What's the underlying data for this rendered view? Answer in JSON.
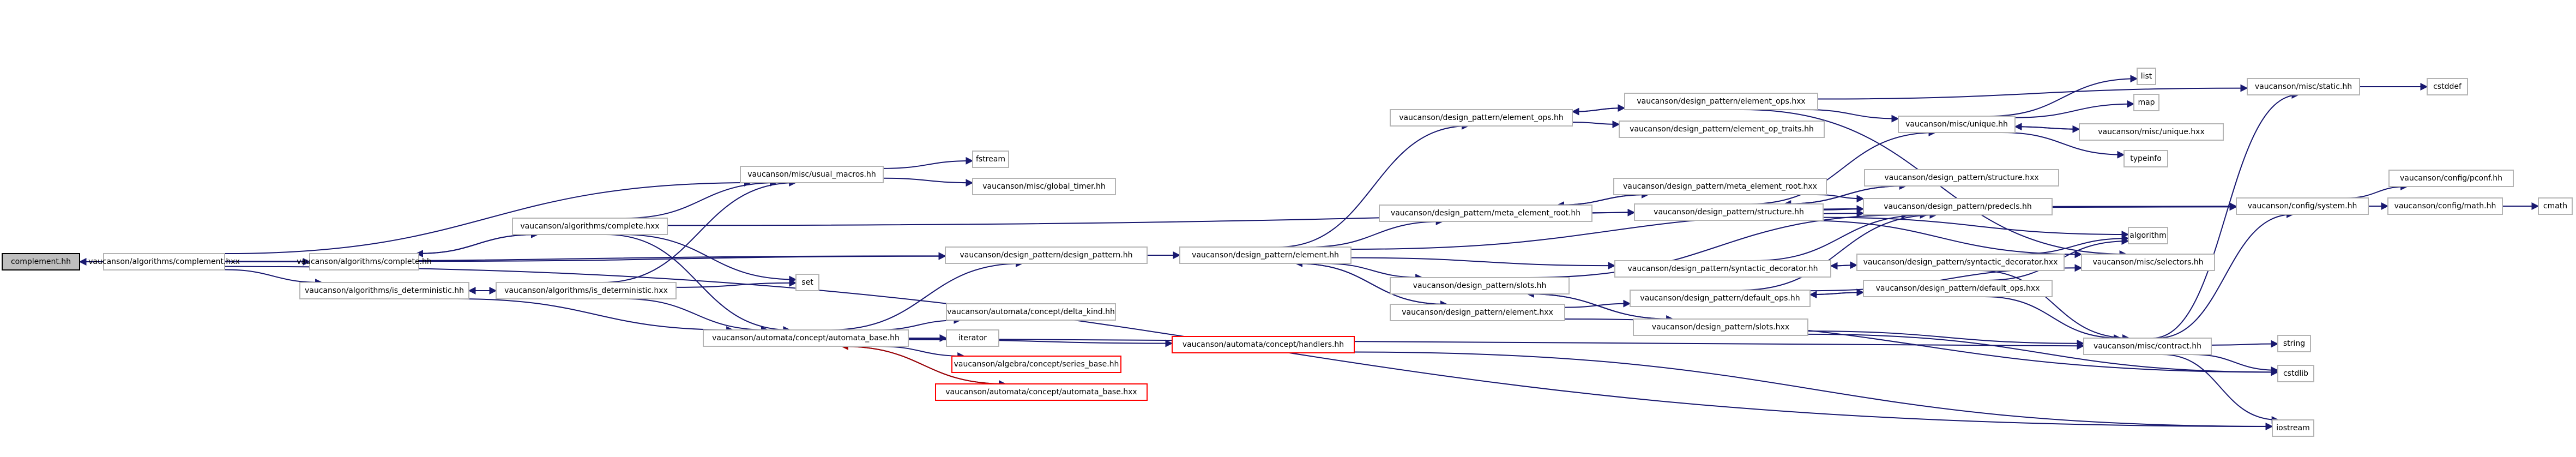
{
  "diagram": {
    "nodes": [
      {
        "id": "n0",
        "label": "complement.hh",
        "root": true
      },
      {
        "id": "n1",
        "label": "vaucanson/algorithms/complement.hxx"
      },
      {
        "id": "n2",
        "label": "vaucanson/algorithms/complete.hh"
      },
      {
        "id": "n3",
        "label": "vaucanson/algorithms/is_deterministic.hh"
      },
      {
        "id": "n4",
        "label": "vaucanson/algorithms/complete.hxx"
      },
      {
        "id": "n5",
        "label": "vaucanson/algorithms/is_deterministic.hxx"
      },
      {
        "id": "n6",
        "label": "vaucanson/misc/usual_macros.hh"
      },
      {
        "id": "n7",
        "label": "fstream"
      },
      {
        "id": "n8",
        "label": "vaucanson/misc/global_timer.hh"
      },
      {
        "id": "n9",
        "label": "set"
      },
      {
        "id": "n10",
        "label": "vaucanson/automata/concept/automata_base.hh"
      },
      {
        "id": "n11",
        "label": "vaucanson/automata/concept/delta_kind.hh"
      },
      {
        "id": "n12",
        "label": "iterator"
      },
      {
        "id": "n13",
        "label": "vaucanson/algebra/concept/series_base.hh",
        "red": true
      },
      {
        "id": "n14",
        "label": "vaucanson/automata/concept/automata_base.hxx",
        "red": true
      },
      {
        "id": "n15",
        "label": "vaucanson/automata/concept/handlers.hh",
        "red": true
      },
      {
        "id": "n16",
        "label": "vaucanson/design_pattern/design_pattern.hh"
      },
      {
        "id": "n17",
        "label": "vaucanson/design_pattern/element.hh"
      },
      {
        "id": "n18",
        "label": "vaucanson/design_pattern/element_ops.hh"
      },
      {
        "id": "n19",
        "label": "vaucanson/design_pattern/element_ops.hxx"
      },
      {
        "id": "n20",
        "label": "vaucanson/design_pattern/element_op_traits.hh"
      },
      {
        "id": "n21",
        "label": "vaucanson/design_pattern/meta_element_root.hh"
      },
      {
        "id": "n22",
        "label": "vaucanson/design_pattern/meta_element_root.hxx"
      },
      {
        "id": "n23",
        "label": "vaucanson/design_pattern/structure.hh"
      },
      {
        "id": "n24",
        "label": "vaucanson/design_pattern/structure.hxx"
      },
      {
        "id": "n25",
        "label": "vaucanson/design_pattern/predecls.hh"
      },
      {
        "id": "n26",
        "label": "vaucanson/design_pattern/syntactic_decorator.hh"
      },
      {
        "id": "n27",
        "label": "vaucanson/design_pattern/syntactic_decorator.hxx"
      },
      {
        "id": "n28",
        "label": "vaucanson/design_pattern/slots.hh"
      },
      {
        "id": "n29",
        "label": "vaucanson/design_pattern/element.hxx"
      },
      {
        "id": "n30",
        "label": "vaucanson/design_pattern/default_ops.hh"
      },
      {
        "id": "n31",
        "label": "vaucanson/design_pattern/default_ops.hxx"
      },
      {
        "id": "n32",
        "label": "vaucanson/design_pattern/slots.hxx"
      },
      {
        "id": "n33",
        "label": "vaucanson/misc/unique.hh"
      },
      {
        "id": "n34",
        "label": "vaucanson/misc/unique.hxx"
      },
      {
        "id": "n35",
        "label": "list"
      },
      {
        "id": "n36",
        "label": "map"
      },
      {
        "id": "n37",
        "label": "typeinfo"
      },
      {
        "id": "n38",
        "label": "algorithm"
      },
      {
        "id": "n39",
        "label": "vaucanson/misc/selectors.hh"
      },
      {
        "id": "n40",
        "label": "vaucanson/misc/contract.hh"
      },
      {
        "id": "n41",
        "label": "string"
      },
      {
        "id": "n42",
        "label": "cstdlib"
      },
      {
        "id": "n43",
        "label": "iostream"
      },
      {
        "id": "n44",
        "label": "vaucanson/misc/static.hh"
      },
      {
        "id": "n45",
        "label": "cstddef"
      },
      {
        "id": "n46",
        "label": "vaucanson/config/system.hh"
      },
      {
        "id": "n47",
        "label": "vaucanson/config/pconf.hh"
      },
      {
        "id": "n48",
        "label": "vaucanson/config/math.hh"
      },
      {
        "id": "n49",
        "label": "cmath"
      }
    ],
    "edges": [
      {
        "from": "n1",
        "to": "n0"
      },
      {
        "from": "n1",
        "to": "n2"
      },
      {
        "from": "n1",
        "to": "n3"
      },
      {
        "from": "n1",
        "to": "n6"
      },
      {
        "from": "n1",
        "to": "n16"
      },
      {
        "from": "n1",
        "to": "n43"
      },
      {
        "from": "n2",
        "to": "n4"
      },
      {
        "from": "n2",
        "to": "n16"
      },
      {
        "from": "n3",
        "to": "n5"
      },
      {
        "from": "n3",
        "to": "n10"
      },
      {
        "from": "n4",
        "to": "n2"
      },
      {
        "from": "n4",
        "to": "n6"
      },
      {
        "from": "n4",
        "to": "n9"
      },
      {
        "from": "n4",
        "to": "n10"
      },
      {
        "from": "n4",
        "to": "n46"
      },
      {
        "from": "n5",
        "to": "n3"
      },
      {
        "from": "n5",
        "to": "n6"
      },
      {
        "from": "n5",
        "to": "n9"
      },
      {
        "from": "n5",
        "to": "n10"
      },
      {
        "from": "n6",
        "to": "n7"
      },
      {
        "from": "n6",
        "to": "n8"
      },
      {
        "from": "n10",
        "to": "n11"
      },
      {
        "from": "n10",
        "to": "n12"
      },
      {
        "from": "n10",
        "to": "n13"
      },
      {
        "from": "n10",
        "to": "n14"
      },
      {
        "from": "n10",
        "to": "n16"
      },
      {
        "from": "n10",
        "to": "n15"
      },
      {
        "from": "n10",
        "to": "n40"
      },
      {
        "from": "n14",
        "to": "n10",
        "red": true
      },
      {
        "from": "n15",
        "to": "n43"
      },
      {
        "from": "n16",
        "to": "n17"
      },
      {
        "from": "n17",
        "to": "n18"
      },
      {
        "from": "n17",
        "to": "n21"
      },
      {
        "from": "n17",
        "to": "n28"
      },
      {
        "from": "n17",
        "to": "n29"
      },
      {
        "from": "n17",
        "to": "n26"
      },
      {
        "from": "n17",
        "to": "n25"
      },
      {
        "from": "n18",
        "to": "n19"
      },
      {
        "from": "n18",
        "to": "n20"
      },
      {
        "from": "n19",
        "to": "n18"
      },
      {
        "from": "n19",
        "to": "n33"
      },
      {
        "from": "n19",
        "to": "n44"
      },
      {
        "from": "n19",
        "to": "n39"
      },
      {
        "from": "n21",
        "to": "n22"
      },
      {
        "from": "n21",
        "to": "n23"
      },
      {
        "from": "n22",
        "to": "n21"
      },
      {
        "from": "n22",
        "to": "n25"
      },
      {
        "from": "n23",
        "to": "n24"
      },
      {
        "from": "n23",
        "to": "n25"
      },
      {
        "from": "n23",
        "to": "n33"
      },
      {
        "from": "n23",
        "to": "n38"
      },
      {
        "from": "n23",
        "to": "n39"
      },
      {
        "from": "n24",
        "to": "n23"
      },
      {
        "from": "n25",
        "to": "n46"
      },
      {
        "from": "n26",
        "to": "n27"
      },
      {
        "from": "n26",
        "to": "n25"
      },
      {
        "from": "n27",
        "to": "n26"
      },
      {
        "from": "n27",
        "to": "n38"
      },
      {
        "from": "n27",
        "to": "n40"
      },
      {
        "from": "n28",
        "to": "n32"
      },
      {
        "from": "n28",
        "to": "n25"
      },
      {
        "from": "n29",
        "to": "n17"
      },
      {
        "from": "n29",
        "to": "n30"
      },
      {
        "from": "n29",
        "to": "n42"
      },
      {
        "from": "n30",
        "to": "n31"
      },
      {
        "from": "n30",
        "to": "n25"
      },
      {
        "from": "n30",
        "to": "n39"
      },
      {
        "from": "n31",
        "to": "n30"
      },
      {
        "from": "n31",
        "to": "n38"
      },
      {
        "from": "n31",
        "to": "n40"
      },
      {
        "from": "n32",
        "to": "n28"
      },
      {
        "from": "n32",
        "to": "n40"
      },
      {
        "from": "n32",
        "to": "n42"
      },
      {
        "from": "n33",
        "to": "n34"
      },
      {
        "from": "n33",
        "to": "n35"
      },
      {
        "from": "n33",
        "to": "n36"
      },
      {
        "from": "n33",
        "to": "n37"
      },
      {
        "from": "n34",
        "to": "n33"
      },
      {
        "from": "n40",
        "to": "n46"
      },
      {
        "from": "n40",
        "to": "n44"
      },
      {
        "from": "n40",
        "to": "n41"
      },
      {
        "from": "n40",
        "to": "n42"
      },
      {
        "from": "n40",
        "to": "n43"
      },
      {
        "from": "n44",
        "to": "n45"
      },
      {
        "from": "n46",
        "to": "n47"
      },
      {
        "from": "n46",
        "to": "n48"
      },
      {
        "from": "n48",
        "to": "n49"
      }
    ]
  }
}
